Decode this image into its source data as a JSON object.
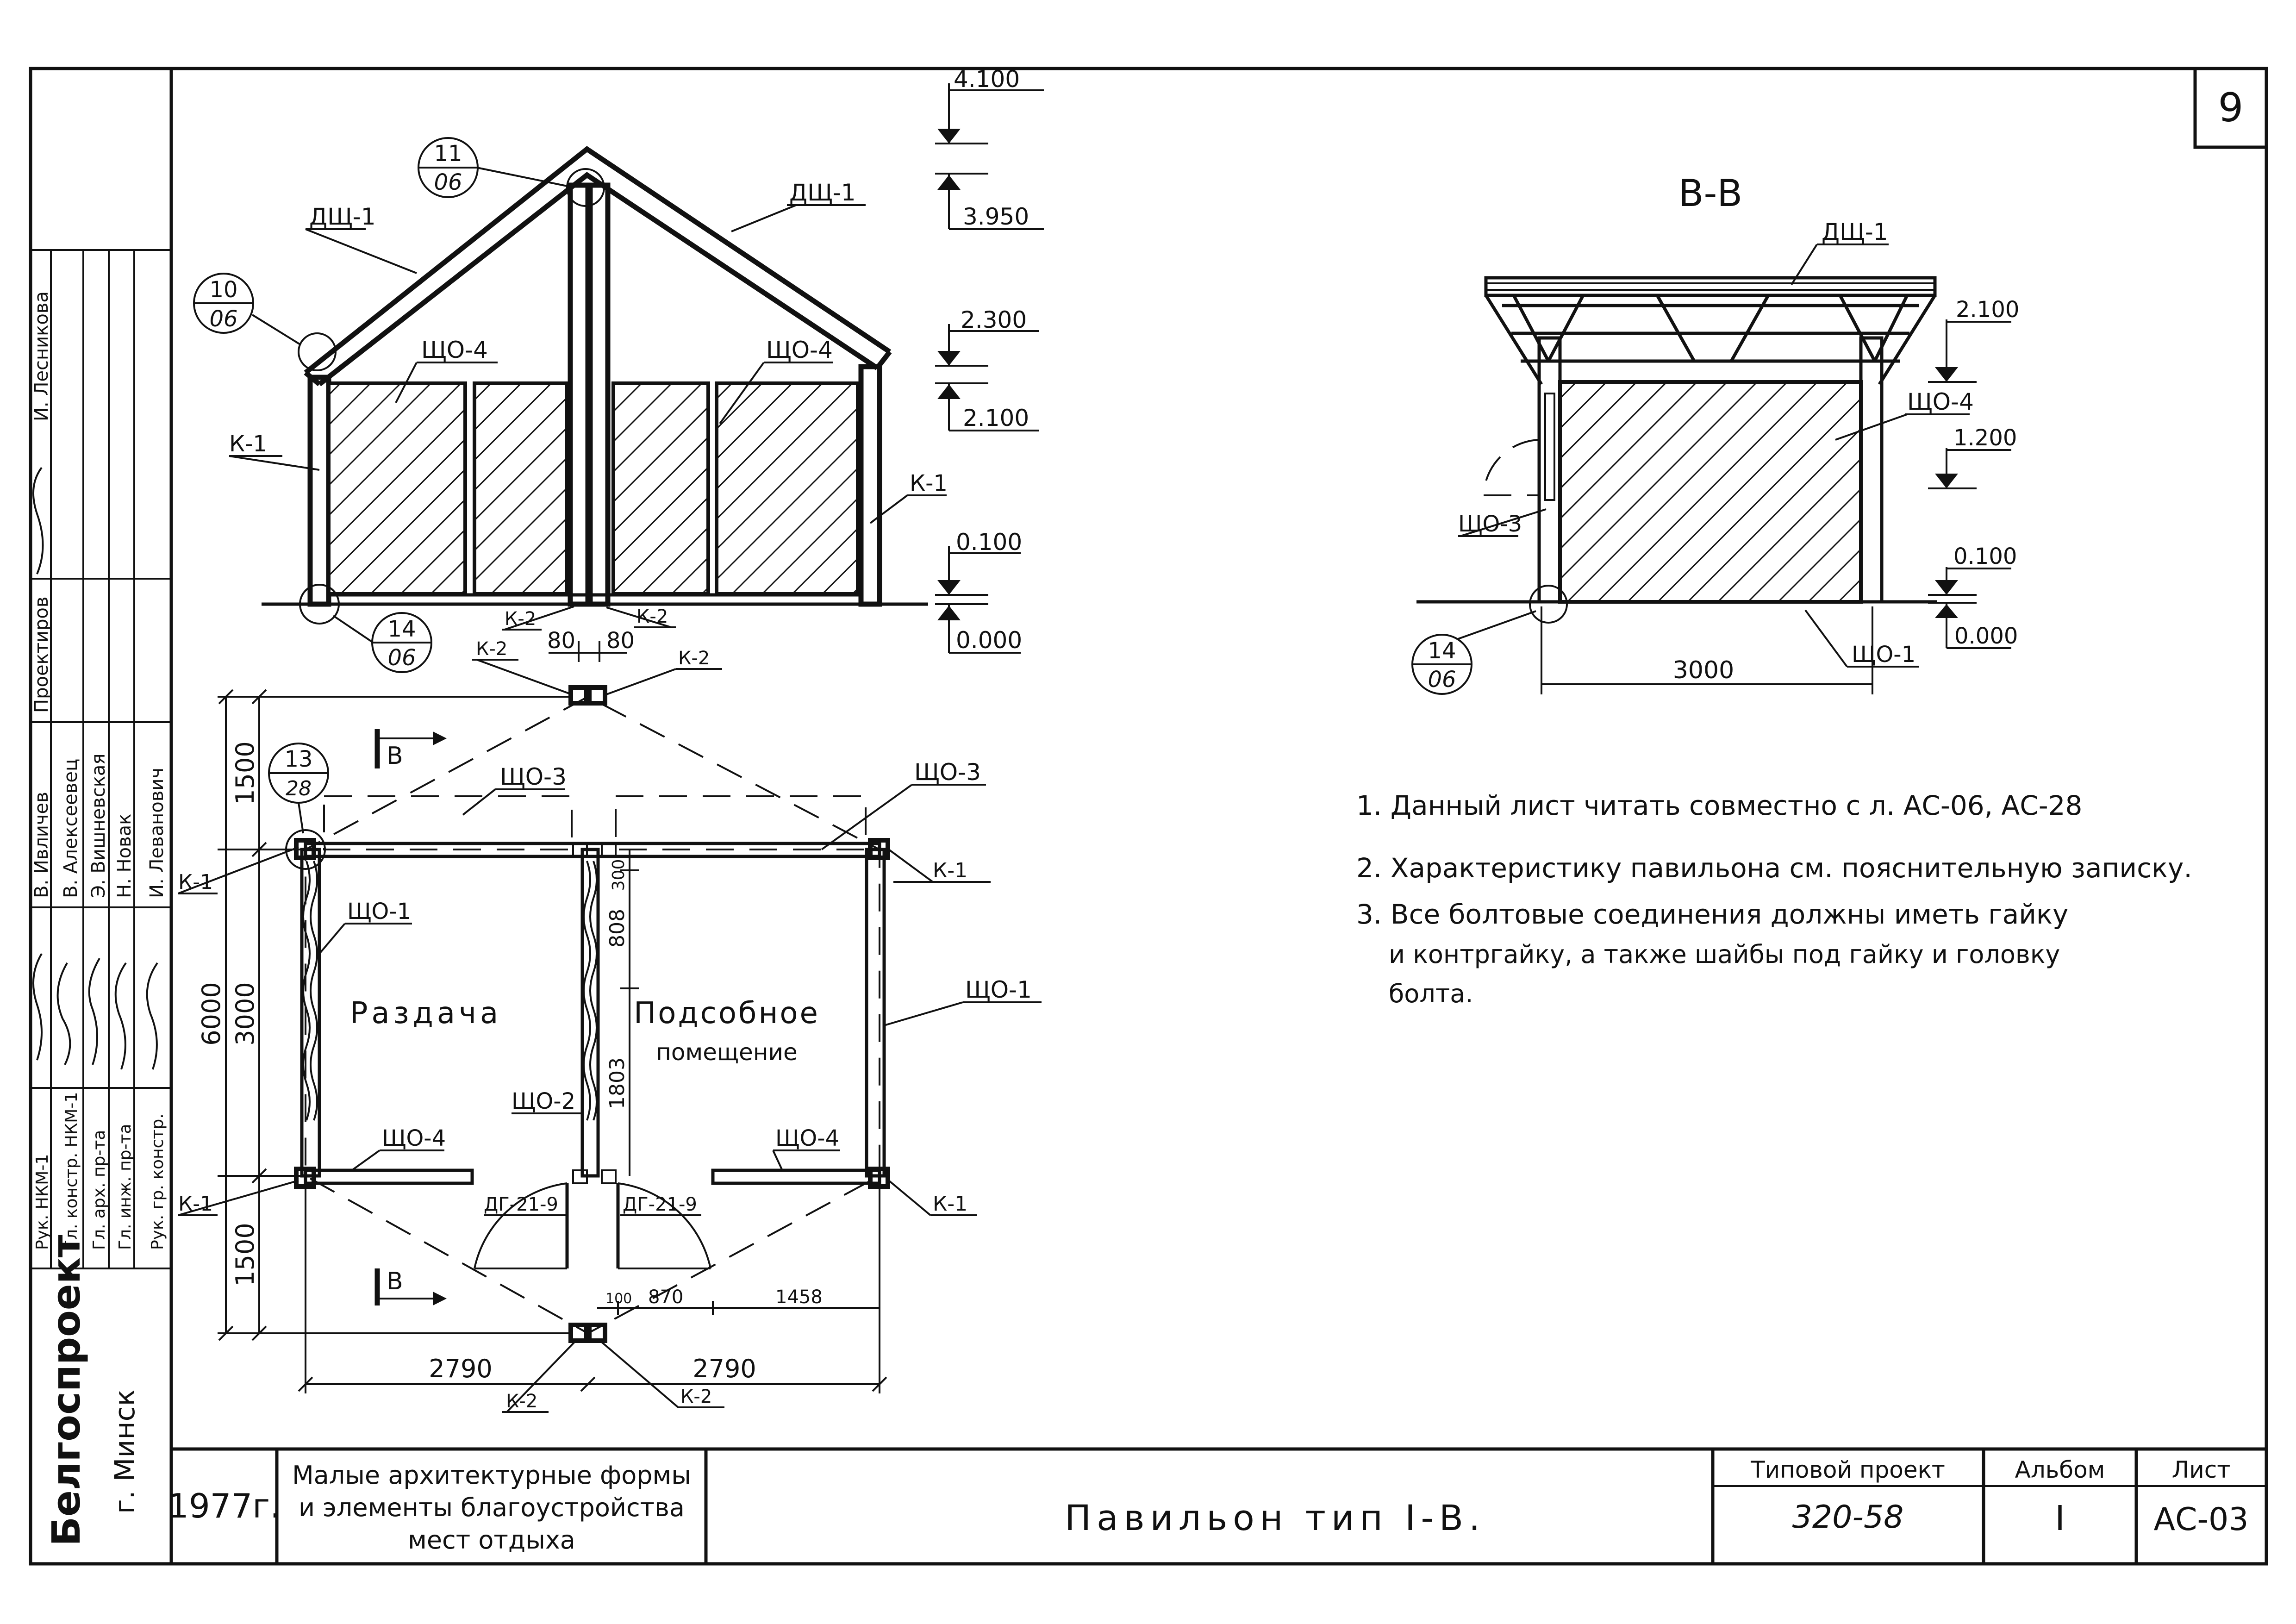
{
  "sheet": {
    "number": "9",
    "section_title": "В-В",
    "notes": [
      "1. Данный лист читать совместно с л. АС-06, АС-28",
      "2. Характеристику павильона см. пояснительную записку.",
      "3. Все болтовые соединения должны иметь гайку",
      "и контргайку, а также шайбы под гайку и головку",
      "болта."
    ]
  },
  "elevation": {
    "levels": [
      "4.100",
      "3.950",
      "2.300",
      "2.100",
      "0.100",
      "0.000"
    ],
    "labels": {
      "dsh_left": "ДЩ-1",
      "dsh_right": "ДЩ-1",
      "shcho4_left": "ЩО-4",
      "shcho4_right": "ЩО-4",
      "k1_left": "К-1",
      "k1_right": "К-1",
      "k2_left": "К-2",
      "k2_right": "К-2"
    },
    "dims": [
      "80",
      "80"
    ],
    "callouts": [
      {
        "top": "11",
        "bottom": "06"
      },
      {
        "top": "10",
        "bottom": "06"
      },
      {
        "top": "14",
        "bottom": "06"
      }
    ]
  },
  "section": {
    "levels": [
      "2.100",
      "1.200",
      "0.100",
      "0.000"
    ],
    "labels": {
      "dsh": "ДЩ-1",
      "shcho4": "ЩО-4",
      "shcho3": "ЩО-3",
      "shcho1": "ЩО-1"
    },
    "dim": "3000",
    "callout": {
      "top": "14",
      "bottom": "06"
    }
  },
  "plan": {
    "rooms": [
      "Раздача",
      "Подсобное",
      "помещение"
    ],
    "labels": {
      "k2_tl": "К-2",
      "k2_tr": "К-2",
      "k2_bl": "К-2",
      "k2_br": "К-2",
      "shcho3_left": "ЩО-3",
      "shcho3_right": "ЩО-3",
      "k1_tl": "К-1",
      "k1_tr": "К-1",
      "k1_bl": "К-1",
      "k1_br": "К-1",
      "shcho1_left": "ЩО-1",
      "shcho1_right": "ЩО-1",
      "shcho2": "ЩО-2",
      "shcho4_left": "ЩО-4",
      "shcho4_right": "ЩО-4",
      "door_left": "ДГ-21-9",
      "door_right": "ДГ-21-9",
      "cut_top": "В",
      "cut_bottom": "В"
    },
    "dims": {
      "left_overall": "6000",
      "left_top": "1500",
      "left_mid": "3000",
      "left_bottom": "1500",
      "center_top": "300",
      "center_mid": "808",
      "center_low": "1803",
      "bottom_left": "2790",
      "bottom_right": "2790",
      "door_100": "100",
      "door_870": "870",
      "door_1458": "1458"
    },
    "callout": {
      "top": "13",
      "bottom": "28"
    }
  },
  "stamp": {
    "org": "Белгоспроект",
    "city": "г. Минск",
    "roles": [
      "Рук. НКМ-1",
      "Гл. констр. НКМ-1",
      "Гл. арх. пр-та",
      "Гл. инж. пр-та",
      "Рук. гр. констр."
    ],
    "names": [
      "В. Ивличев",
      "В. Алексеевец",
      "Э. Вишневская",
      "Н. Новак",
      "И. Левaнович"
    ],
    "top_roles": [
      "Проектиров",
      "И. Лесникова"
    ],
    "year": "1977г.",
    "series_title": [
      "Малые архитектурные формы",
      "и элементы благоустройства",
      "мест отдыха"
    ],
    "drawing_title": "Павильон тип I-В.",
    "project_label": "Типовой проект",
    "project_number": "320-58",
    "album_label": "Альбом",
    "album_number": "I",
    "sheet_label": "Лист",
    "sheet_code": "АС-03"
  }
}
